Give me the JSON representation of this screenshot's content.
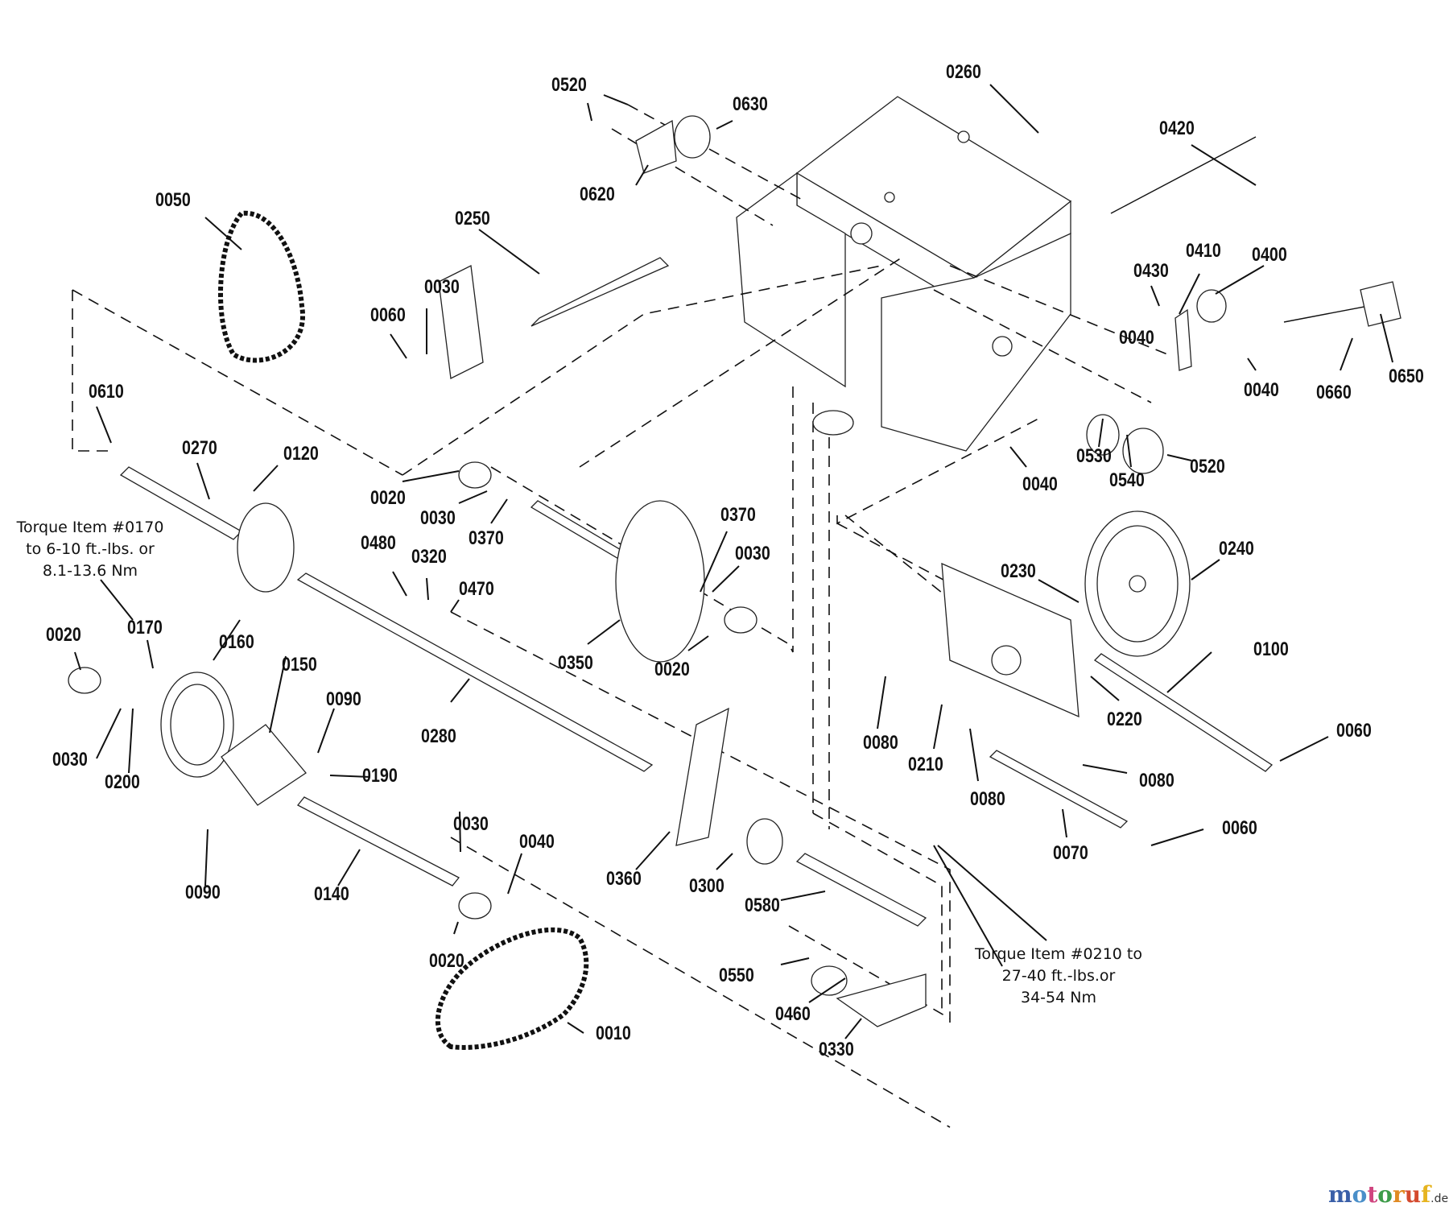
{
  "diagram": {
    "title": "Exploded parts diagram – drive / traction assembly",
    "labels": [
      {
        "id": "0520-top",
        "text": "0520"
      },
      {
        "id": "0630",
        "text": "0630"
      },
      {
        "id": "0620",
        "text": "0620"
      },
      {
        "id": "0260",
        "text": "0260"
      },
      {
        "id": "0420",
        "text": "0420"
      },
      {
        "id": "0050",
        "text": "0050"
      },
      {
        "id": "0250",
        "text": "0250"
      },
      {
        "id": "0030-a",
        "text": "0030"
      },
      {
        "id": "0060-a",
        "text": "0060"
      },
      {
        "id": "0430",
        "text": "0430"
      },
      {
        "id": "0410",
        "text": "0410"
      },
      {
        "id": "0400",
        "text": "0400"
      },
      {
        "id": "0040-a",
        "text": "0040"
      },
      {
        "id": "0040-b",
        "text": "0040"
      },
      {
        "id": "0660",
        "text": "0660"
      },
      {
        "id": "0650",
        "text": "0650"
      },
      {
        "id": "0610",
        "text": "0610"
      },
      {
        "id": "0270",
        "text": "0270"
      },
      {
        "id": "0120",
        "text": "0120"
      },
      {
        "id": "0020-a",
        "text": "0020"
      },
      {
        "id": "0030-b",
        "text": "0030"
      },
      {
        "id": "0370-a",
        "text": "0370"
      },
      {
        "id": "0530",
        "text": "0530"
      },
      {
        "id": "0540",
        "text": "0540"
      },
      {
        "id": "0520-b",
        "text": "0520"
      },
      {
        "id": "0040-c",
        "text": "0040"
      },
      {
        "id": "0480",
        "text": "0480"
      },
      {
        "id": "0320",
        "text": "0320"
      },
      {
        "id": "0470",
        "text": "0470"
      },
      {
        "id": "0370-b",
        "text": "0370"
      },
      {
        "id": "0030-c",
        "text": "0030"
      },
      {
        "id": "0350",
        "text": "0350"
      },
      {
        "id": "0020-b",
        "text": "0020"
      },
      {
        "id": "0230",
        "text": "0230"
      },
      {
        "id": "0240",
        "text": "0240"
      },
      {
        "id": "0020-c",
        "text": "0020"
      },
      {
        "id": "0170",
        "text": "0170"
      },
      {
        "id": "0160",
        "text": "0160"
      },
      {
        "id": "0150",
        "text": "0150"
      },
      {
        "id": "0090-a",
        "text": "0090"
      },
      {
        "id": "0190",
        "text": "0190"
      },
      {
        "id": "0030-d",
        "text": "0030"
      },
      {
        "id": "0200",
        "text": "0200"
      },
      {
        "id": "0280",
        "text": "0280"
      },
      {
        "id": "0100",
        "text": "0100"
      },
      {
        "id": "0220",
        "text": "0220"
      },
      {
        "id": "0080-a",
        "text": "0080"
      },
      {
        "id": "0210",
        "text": "0210"
      },
      {
        "id": "0080-b",
        "text": "0080"
      },
      {
        "id": "0080-c",
        "text": "0080"
      },
      {
        "id": "0060-b",
        "text": "0060"
      },
      {
        "id": "0060-c",
        "text": "0060"
      },
      {
        "id": "0070",
        "text": "0070"
      },
      {
        "id": "0090-b",
        "text": "0090"
      },
      {
        "id": "0140",
        "text": "0140"
      },
      {
        "id": "0030-e",
        "text": "0030"
      },
      {
        "id": "0040-d",
        "text": "0040"
      },
      {
        "id": "0360",
        "text": "0360"
      },
      {
        "id": "0300",
        "text": "0300"
      },
      {
        "id": "0580",
        "text": "0580"
      },
      {
        "id": "0020-d",
        "text": "0020"
      },
      {
        "id": "0550",
        "text": "0550"
      },
      {
        "id": "0460",
        "text": "0460"
      },
      {
        "id": "0010",
        "text": "0010"
      },
      {
        "id": "0330",
        "text": "0330"
      }
    ],
    "notes": {
      "torque_0170": [
        "Torque Item #0170",
        "to 6-10 ft.-lbs. or",
        "8.1-13.6 Nm"
      ],
      "torque_0210": [
        "Torque Item #0210 to",
        "27-40 ft.-lbs.or",
        "34-54 Nm"
      ]
    },
    "watermark": {
      "letters": [
        "m",
        "o",
        "t",
        "o",
        "r",
        "u",
        "f"
      ],
      "colors": [
        "#3a5fa8",
        "#4a8fc9",
        "#d0457f",
        "#3e9c4a",
        "#e08a22",
        "#d44a2e",
        "#e6b420"
      ],
      "tld": ".de"
    }
  }
}
